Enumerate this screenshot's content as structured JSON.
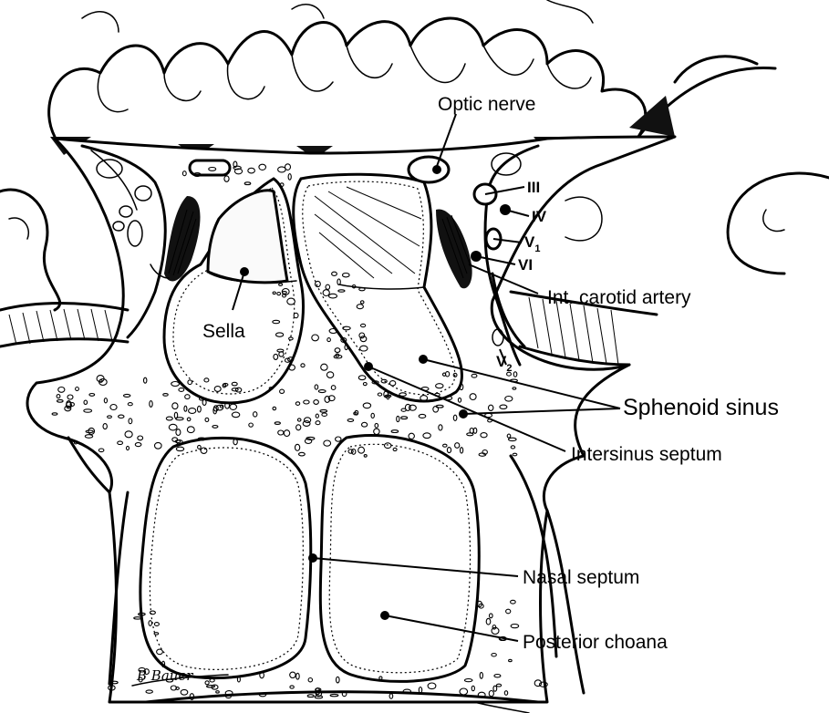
{
  "labels": {
    "optic_nerve": "Optic nerve",
    "cn3": "III",
    "cn4": "IV",
    "v1_main": "V",
    "v1_sub": "1",
    "cn6": "VI",
    "carotid": "Int. carotid artery",
    "sella": "Sella",
    "v2_main": "V",
    "v2_sub": "2",
    "sphenoid": "Sphenoid sinus",
    "intersinus": "Intersinus septum",
    "nasal_septum": "Nasal septum",
    "choana": "Posterior choana"
  },
  "signature": "B Bauer",
  "colors": {
    "ink": "#000000",
    "paper": "#ffffff"
  }
}
